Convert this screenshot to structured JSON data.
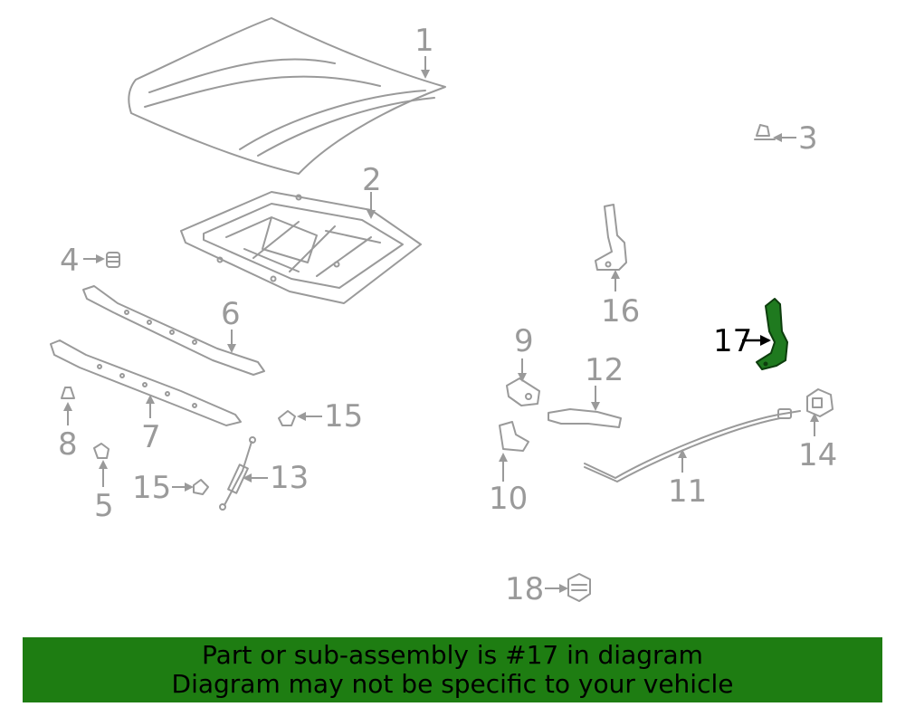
{
  "diagram": {
    "highlighted_part": "17",
    "callouts": [
      "1",
      "2",
      "3",
      "4",
      "5",
      "6",
      "7",
      "8",
      "9",
      "10",
      "11",
      "12",
      "13",
      "14",
      "15",
      "15",
      "16",
      "17",
      "18"
    ]
  },
  "banner": {
    "line1": "Part or sub-assembly is #17 in diagram",
    "line2": "Diagram may not be specific to your vehicle",
    "color": "#1e7d12"
  },
  "colors": {
    "line_art": "#9a9a9a",
    "highlight": "#1f7a1f"
  }
}
